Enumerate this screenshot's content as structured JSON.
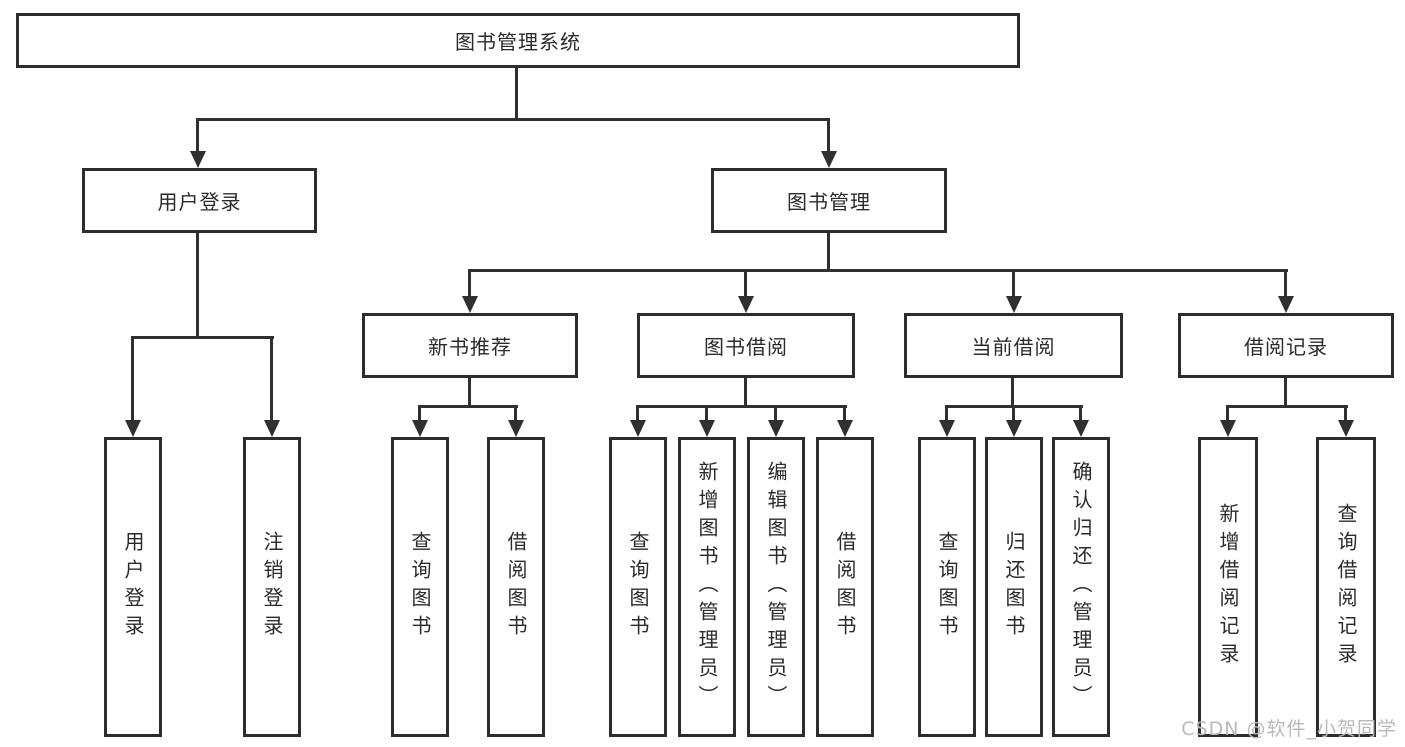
{
  "nodes": {
    "root": "图书管理系统",
    "level2": {
      "user_login": "用户登录",
      "book_mgmt": "图书管理"
    },
    "level3": {
      "new_books": "新书推荐",
      "book_borrow": "图书借阅",
      "current_borrow": "当前借阅",
      "borrow_records": "借阅记录"
    },
    "leaves": {
      "user_login": [
        "用户登录",
        "注销登录"
      ],
      "new_books": [
        "查询图书",
        "借阅图书"
      ],
      "book_borrow": [
        "查询图书",
        "新增图书（管理员）",
        "编辑图书（管理员）",
        "借阅图书"
      ],
      "current_borrow": [
        "查询图书",
        "归还图书",
        "确认归还（管理员）"
      ],
      "borrow_records": [
        "新增借阅记录",
        "查询借阅记录"
      ]
    }
  },
  "watermark": "CSDN @软件_小贺同学",
  "colors": {
    "line": "#303030",
    "text": "#2b2b2b",
    "watermark": "#b9b9b9",
    "background": "#ffffff"
  }
}
